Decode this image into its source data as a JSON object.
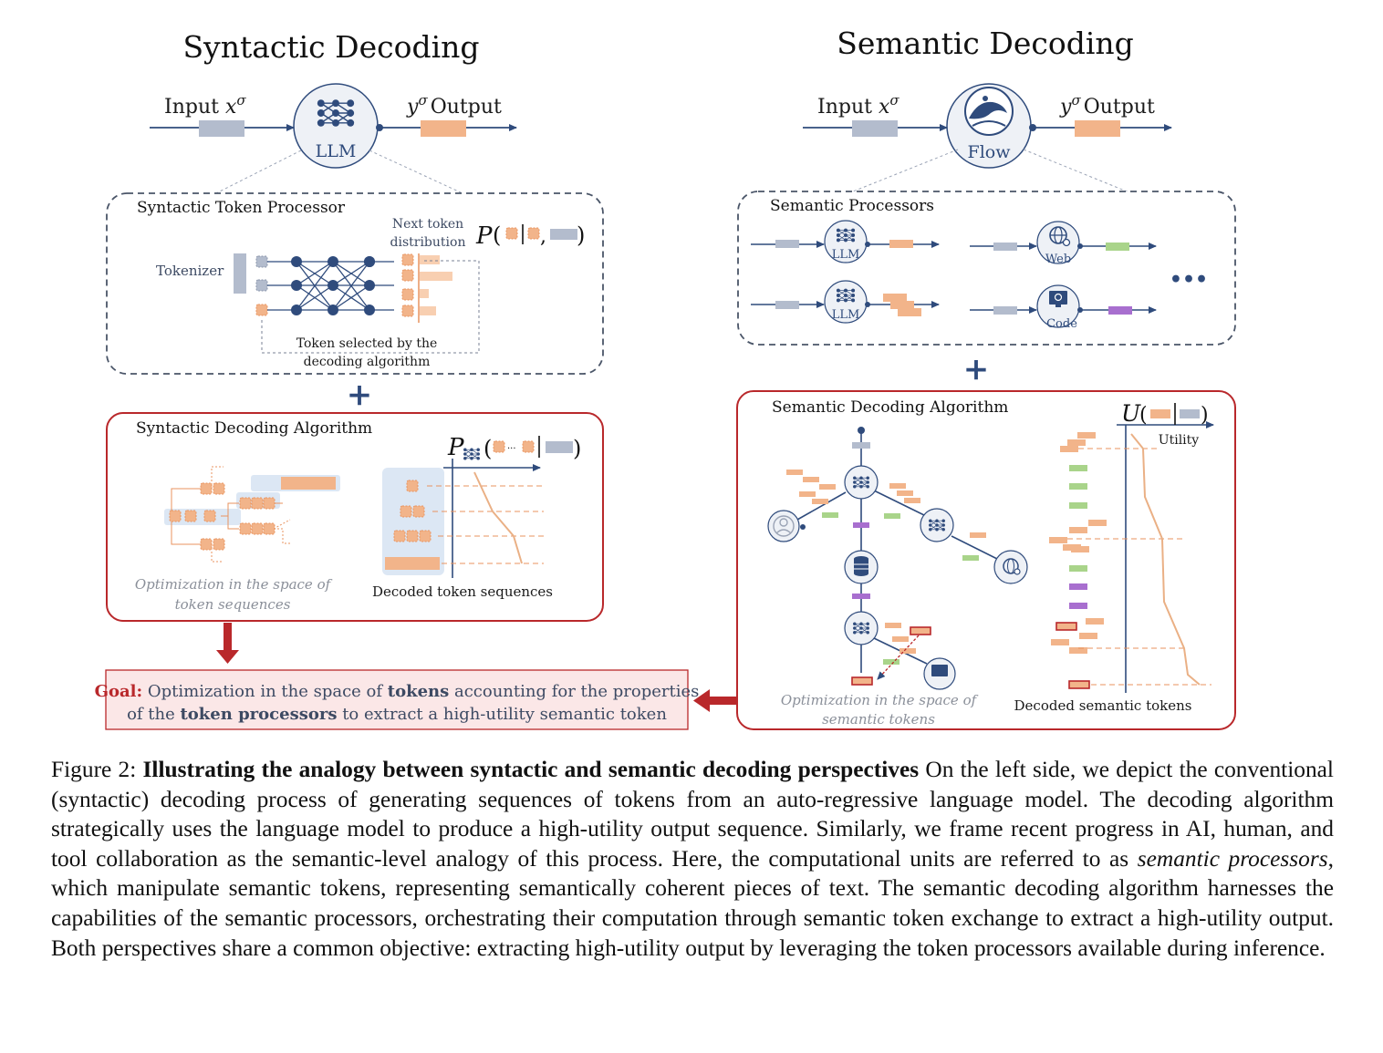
{
  "figure": {
    "left": {
      "title": "Syntactic Decoding",
      "input_label": "Input",
      "input_var": "x",
      "output_var": "y",
      "output_label": "Output",
      "sigma": "σ",
      "node_label": "LLM",
      "processor_title": "Syntactic Token Processor",
      "tokenizer_label": "Tokenizer",
      "next_token_line1": "Next token",
      "next_token_line2": "distribution",
      "selected_line1": "Token selected by the",
      "selected_line2": "decoding algorithm",
      "prob_symbol": "P",
      "plus": "+",
      "algo_title": "Syntactic Decoding Algorithm",
      "opt_line1": "Optimization in the space of",
      "opt_line2": "token sequences",
      "decoded_label": "Decoded token sequences"
    },
    "right": {
      "title": "Semantic Decoding",
      "input_label": "Input",
      "input_var": "x",
      "output_var": "y",
      "output_label": "Output",
      "sigma": "σ",
      "node_label": "Flow",
      "processor_title": "Semantic Processors",
      "proc_llm": "LLM",
      "proc_web": "Web",
      "proc_code": "Code",
      "ellipsis": "•••",
      "plus": "+",
      "algo_title": "Semantic Decoding Algorithm",
      "utility_symbol": "U",
      "utility_label": "Utility",
      "opt_line1": "Optimization in the space of",
      "opt_line2": "semantic tokens",
      "decoded_label": "Decoded semantic tokens"
    },
    "goal": {
      "prefix": "Goal:",
      "line1_a": " Optimization in the space of ",
      "line1_b": "tokens",
      "line1_c": " accounting for the properties",
      "line2_a": "of the ",
      "line2_b": "token processors",
      "line2_c": " to extract a high-utility semantic token"
    },
    "colors": {
      "orange": "#f2b48a",
      "orange_dark": "#e8935f",
      "gray_token": "#b3bccd",
      "green_token": "#a9d48a",
      "purple_token": "#a86fcf",
      "navy": "#2f4b7c",
      "red_frame": "#b9282b",
      "goal_bg": "#fbe7e7",
      "highlight_blue": "#dce7f4"
    }
  },
  "caption": {
    "figure_label": "Figure 2: ",
    "bold_title": "Illustrating the analogy between syntactic and semantic decoding perspectives",
    "part1": " On the left side, we depict the conventional (syntactic) decoding process of generating sequences of tokens from an auto-regressive language model.  The decoding algorithm strategically uses the language model to produce a high-utility output sequence. Similarly, we frame recent progress in AI, human, and tool collaboration as the semantic-level analogy of this process. Here, the computational units are referred to as ",
    "italic_term": "semantic processors",
    "part2": ", which manipulate semantic tokens, representing semantically coherent pieces of text.  The semantic decoding algorithm harnesses the capabilities of the semantic processors, orchestrating their computation through semantic token exchange to extract a high-utility output.  Both perspectives share a common objective: extracting high-utility output by leveraging the token processors available during inference."
  }
}
